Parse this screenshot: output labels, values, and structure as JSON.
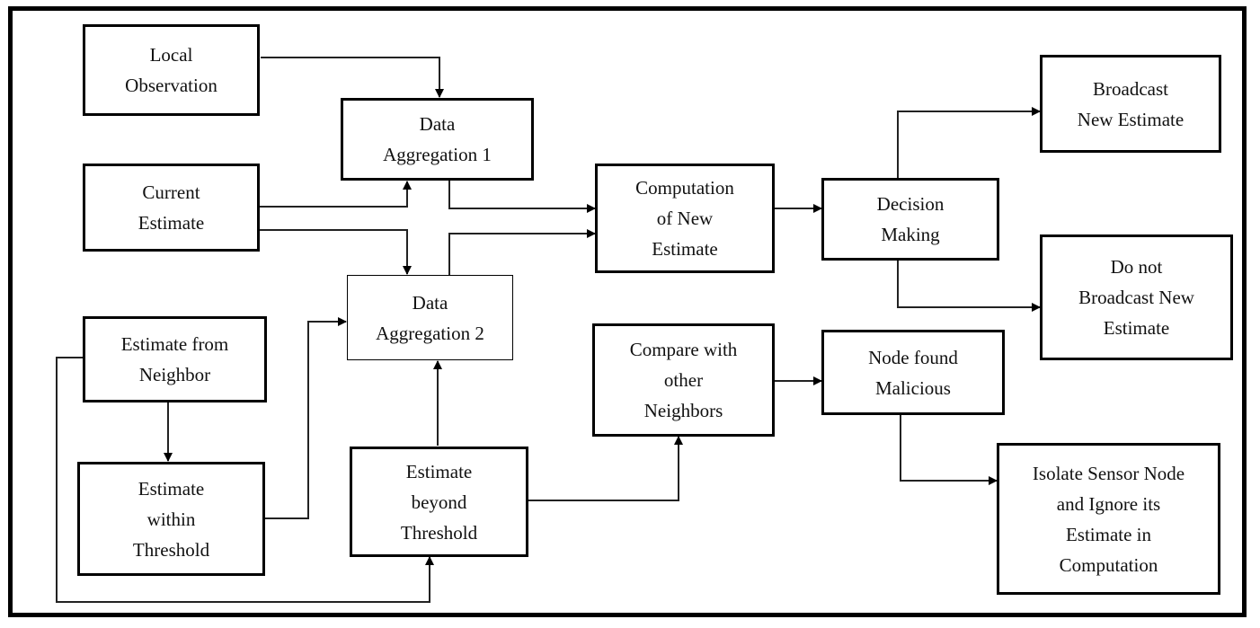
{
  "nodes": {
    "local_observation": "Local\nObservation",
    "data_aggregation_1": "Data\nAggregation 1",
    "current_estimate": "Current\nEstimate",
    "data_aggregation_2": "Data\nAggregation 2",
    "estimate_from_neighbor": "Estimate from\nNeighbor",
    "estimate_within_threshold": "Estimate\nwithin\nThreshold",
    "estimate_beyond_threshold": "Estimate\nbeyond\nThreshold",
    "computation_new_estimate": "Computation\nof New\nEstimate",
    "compare_other_neighbors": "Compare with\nother\nNeighbors",
    "decision_making": "Decision\nMaking",
    "node_found_malicious": "Node found\nMalicious",
    "broadcast_new_estimate": "Broadcast\nNew Estimate",
    "do_not_broadcast": "Do not\nBroadcast New\nEstimate",
    "isolate_sensor_node": "Isolate Sensor Node\nand Ignore its\nEstimate in\nComputation"
  },
  "colors": {
    "stroke": "#000000",
    "line": "#222222"
  }
}
